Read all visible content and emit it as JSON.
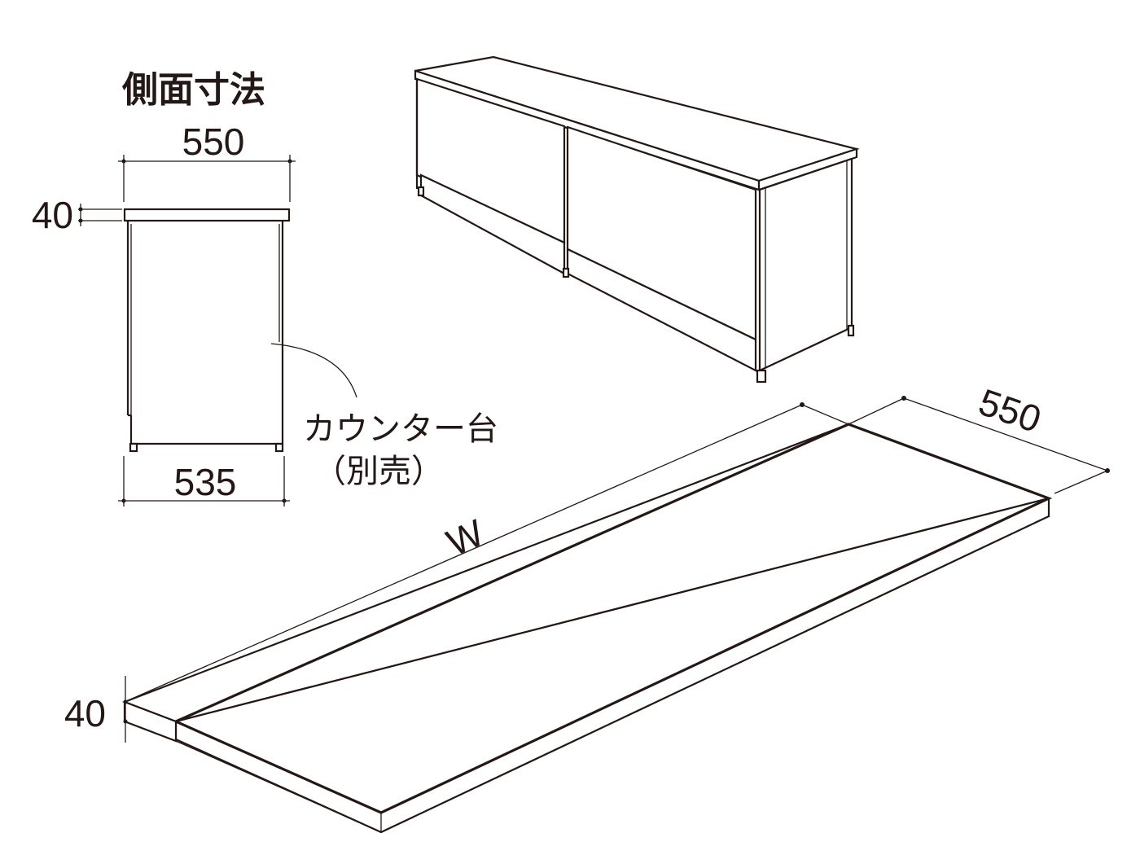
{
  "side_view": {
    "title": "側面寸法",
    "top_width": "550",
    "top_thickness": "40",
    "base_depth": "535"
  },
  "cabinet": {
    "label_line1": "カウンター台",
    "label_line2": "（別売）"
  },
  "countertop": {
    "width": "W",
    "depth": "550",
    "thickness": "40"
  },
  "colors": {
    "line": "#231815",
    "background": "#ffffff"
  }
}
